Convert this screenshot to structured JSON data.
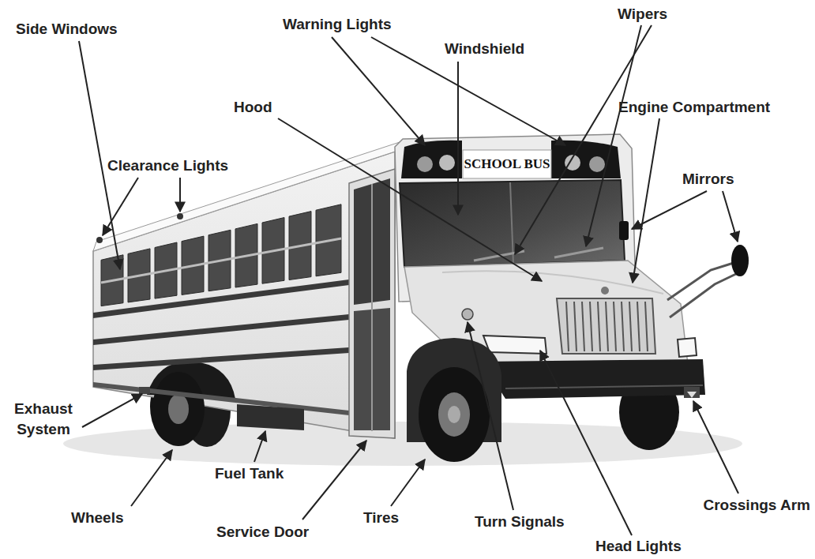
{
  "diagram": {
    "labels": [
      "Side Windows",
      "Warning Lights",
      "Windshield",
      "Wipers",
      "Hood",
      "Engine Compartment",
      "Clearance Lights",
      "Mirrors",
      "Exhaust System",
      "Fuel Tank",
      "Wheels",
      "Service Door",
      "Tires",
      "Turn Signals",
      "Crossings Arm",
      "Head Lights",
      "SCHOOL BUS"
    ]
  }
}
